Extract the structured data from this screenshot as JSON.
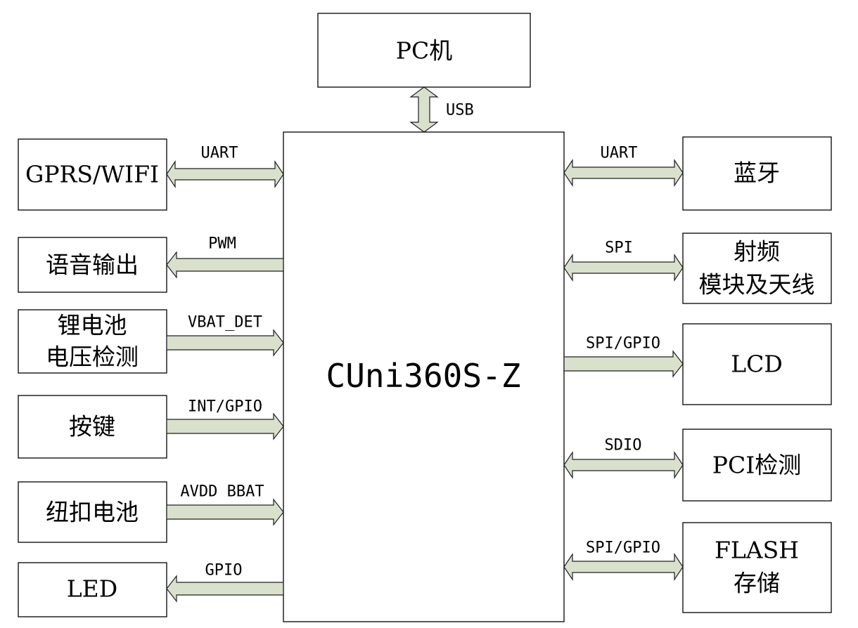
{
  "main_chip": "CUni360S-Z",
  "pc": {
    "label": "PC机",
    "link": "USB"
  },
  "left": [
    {
      "label_lines": [
        "GPRS/WIFI"
      ],
      "link": "UART"
    },
    {
      "label_lines": [
        "语音输出"
      ],
      "link": "PWM"
    },
    {
      "label_lines": [
        "锂电池",
        "电压检测"
      ],
      "link": "VBAT_DET"
    },
    {
      "label_lines": [
        "按键"
      ],
      "link": "INT/GPIO"
    },
    {
      "label_lines": [
        "纽扣电池"
      ],
      "link": "AVDD BBAT"
    },
    {
      "label_lines": [
        "LED"
      ],
      "link": "GPIO"
    }
  ],
  "right": [
    {
      "label_lines": [
        "蓝牙"
      ],
      "link": "UART"
    },
    {
      "label_lines": [
        "射频",
        "模块及天线"
      ],
      "link": "SPI"
    },
    {
      "label_lines": [
        "LCD"
      ],
      "link": "SPI/GPIO"
    },
    {
      "label_lines": [
        "PCI检测"
      ],
      "link": "SDIO"
    },
    {
      "label_lines": [
        "FLASH",
        "存储"
      ],
      "link": "SPI/GPIO"
    }
  ],
  "colors": {
    "arrow_fill": "#d9e0cc",
    "stroke": "#000000",
    "background": "#ffffff"
  }
}
